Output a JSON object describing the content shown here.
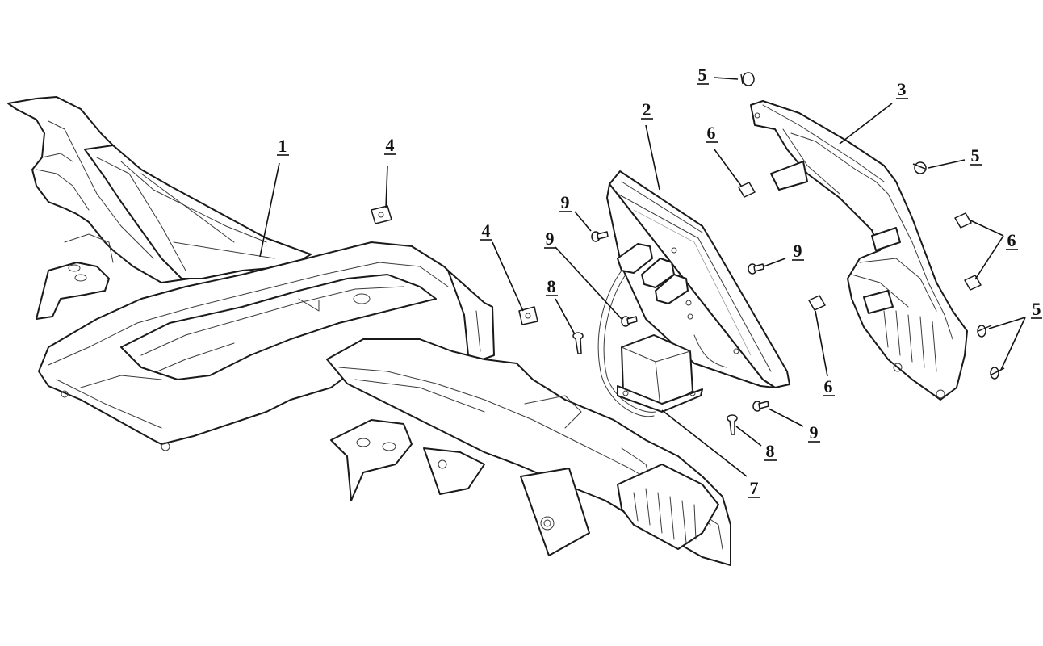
{
  "callouts": [
    {
      "id": "c1",
      "label": "1"
    },
    {
      "id": "c2",
      "label": "2"
    },
    {
      "id": "c3",
      "label": "3"
    },
    {
      "id": "c4a",
      "label": "4"
    },
    {
      "id": "c4b",
      "label": "4"
    },
    {
      "id": "c5a",
      "label": "5"
    },
    {
      "id": "c5b",
      "label": "5"
    },
    {
      "id": "c5c",
      "label": "5"
    },
    {
      "id": "c6a",
      "label": "6"
    },
    {
      "id": "c6b",
      "label": "6"
    },
    {
      "id": "c6c",
      "label": "6"
    },
    {
      "id": "c7",
      "label": "7"
    },
    {
      "id": "c8a",
      "label": "8"
    },
    {
      "id": "c8b",
      "label": "8"
    },
    {
      "id": "c9a",
      "label": "9"
    },
    {
      "id": "c9b",
      "label": "9"
    },
    {
      "id": "c9c",
      "label": "9"
    },
    {
      "id": "c9d",
      "label": "9"
    }
  ]
}
